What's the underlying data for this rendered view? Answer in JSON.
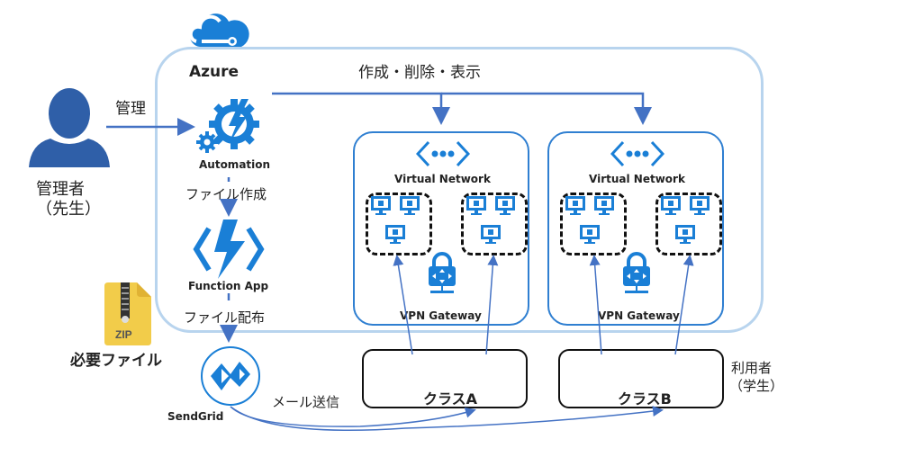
{
  "azure": {
    "label": "Azure"
  },
  "admin": {
    "name": "管理者",
    "role": "（先生）",
    "arrow_label": "管理"
  },
  "automation": {
    "label": "Automation",
    "to_function_label": "ファイル作成"
  },
  "function_app": {
    "label": "Function App",
    "to_sendgrid_label": "ファイル配布"
  },
  "sendgrid": {
    "label": "SendGrid",
    "mail_label": "メール送信"
  },
  "zip": {
    "badge": "ZIP",
    "label": "必要ファイル"
  },
  "operations_label": "作成・削除・表示",
  "vnets": [
    {
      "title": "Virtual Network",
      "gateway": "VPN Gateway"
    },
    {
      "title": "Virtual Network",
      "gateway": "VPN Gateway"
    }
  ],
  "classes": [
    {
      "name": "クラスA"
    },
    {
      "name": "クラスB"
    }
  ],
  "students": {
    "name": "利用者",
    "role": "（学生）"
  },
  "colors": {
    "azure_blue": "#1a7fd6",
    "person_blue": "#2f5fa8",
    "arrow_blue": "#4472c4",
    "frame": "#b8d4ee"
  }
}
